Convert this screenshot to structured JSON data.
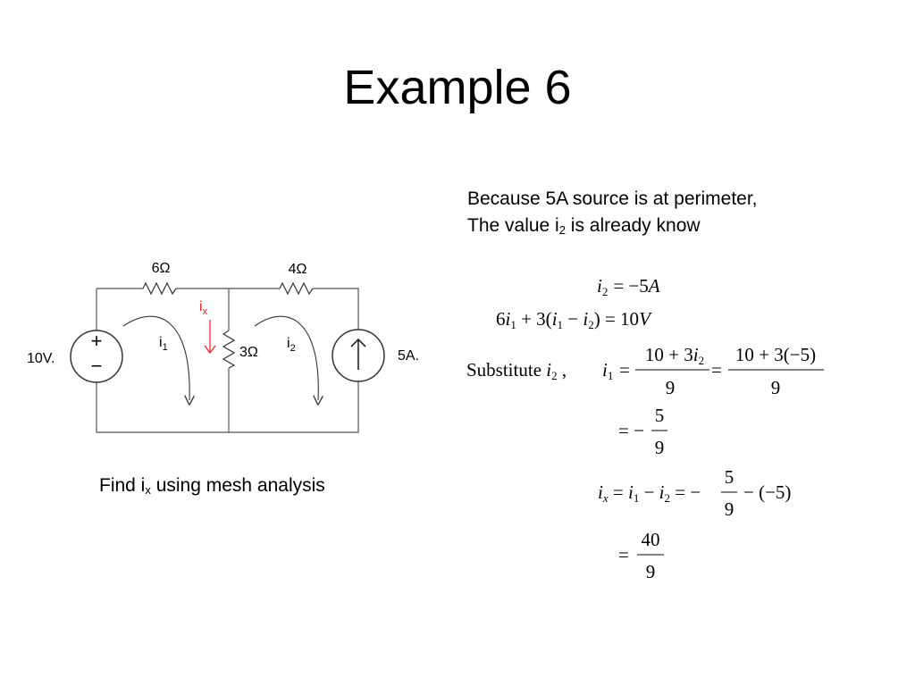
{
  "slide": {
    "title": "Example 6",
    "intro_line1": "Because 5A source is at perimeter,",
    "intro_line2_pre": "The value i",
    "intro_line2_sub": "2",
    "intro_line2_post": " is already know",
    "caption_pre": "Find i",
    "caption_sub": "x",
    "caption_post": " using mesh analysis"
  },
  "circuit": {
    "r_top_left": "6Ω",
    "r_top_right": "4Ω",
    "r_middle": "3Ω",
    "voltage_source": "10V.",
    "current_source": "5A.",
    "plus_sign": "+",
    "minus_sign": "−",
    "ix_main": "i",
    "ix_sub": "x",
    "i1_main": "i",
    "i1_sub": "1",
    "i2_main": "i",
    "i2_sub": "2",
    "accent_color": "#e02020"
  },
  "equations": {
    "eq1_lhs_var": "i",
    "eq1_lhs_sub": "2",
    "eq1_rhs": "= −5",
    "eq1_unit": "A",
    "eq2_a": "6",
    "eq2_b": "i",
    "eq2_c": "1",
    "eq2_d": " + 3(",
    "eq2_e": "i",
    "eq2_f": "1",
    "eq2_g": " − ",
    "eq2_h": "i",
    "eq2_i": "2",
    "eq2_j": ") = 10",
    "eq2_k": "V",
    "sub_word": "Substitute ",
    "sub_var": "i",
    "sub_sub": "2",
    "sub_comma": " ,",
    "eq3_lhs_var": "i",
    "eq3_lhs_sub": "1",
    "eq3_eq": "=",
    "eq3_num1_a": "10 + 3",
    "eq3_num1_b": "i",
    "eq3_num1_c": "2",
    "eq3_den1": "9",
    "eq3_eq2": "=",
    "eq3_num2": "10 + 3(−5)",
    "eq3_den2": "9",
    "eq4_eq": "= −",
    "eq4_num": "5",
    "eq4_den": "9",
    "eq5_a": "i",
    "eq5_b": "x",
    "eq5_c": " = ",
    "eq5_d": "i",
    "eq5_e": "1",
    "eq5_f": " − ",
    "eq5_g": "i",
    "eq5_h": "2",
    "eq5_i": " = −",
    "eq5_num": "5",
    "eq5_den": "9",
    "eq5_tail": "− (−5)",
    "eq6_eq": "=",
    "eq6_num": "40",
    "eq6_den": "9"
  }
}
